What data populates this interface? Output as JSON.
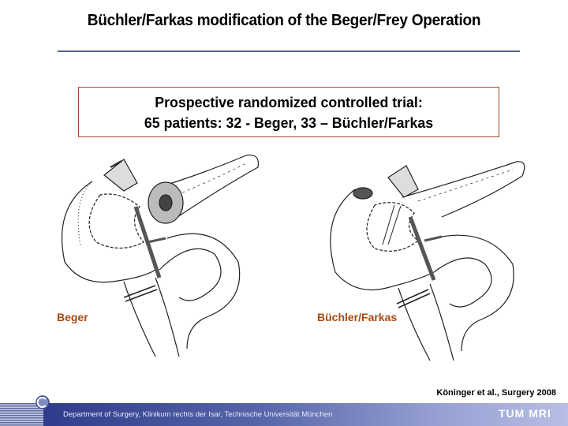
{
  "slide": {
    "title": "Büchler/Farkas modification of the Beger/Frey Operation",
    "box": {
      "line1": "Prospective randomized controlled trial:",
      "line2": "65 patients: 32 - Beger, 33 – Büchler/Farkas"
    },
    "figures": [
      {
        "label": "Beger",
        "image": "surgical-illustration-beger"
      },
      {
        "label": "Büchler/Farkas",
        "image": "surgical-illustration-buechler-farkas"
      }
    ],
    "citation": "Köninger et al., Surgery 2008",
    "footer": {
      "text": "Department of Surgery, Klinikum rechts der Isar, Technische Universität München",
      "logo_right": "TUM MRI"
    },
    "colors": {
      "rule": "#56648c",
      "box_border": "#9a4a2a",
      "label": "#a44a14",
      "footer_dark": "#2e3c8c",
      "footer_light": "#b7bee4"
    }
  }
}
